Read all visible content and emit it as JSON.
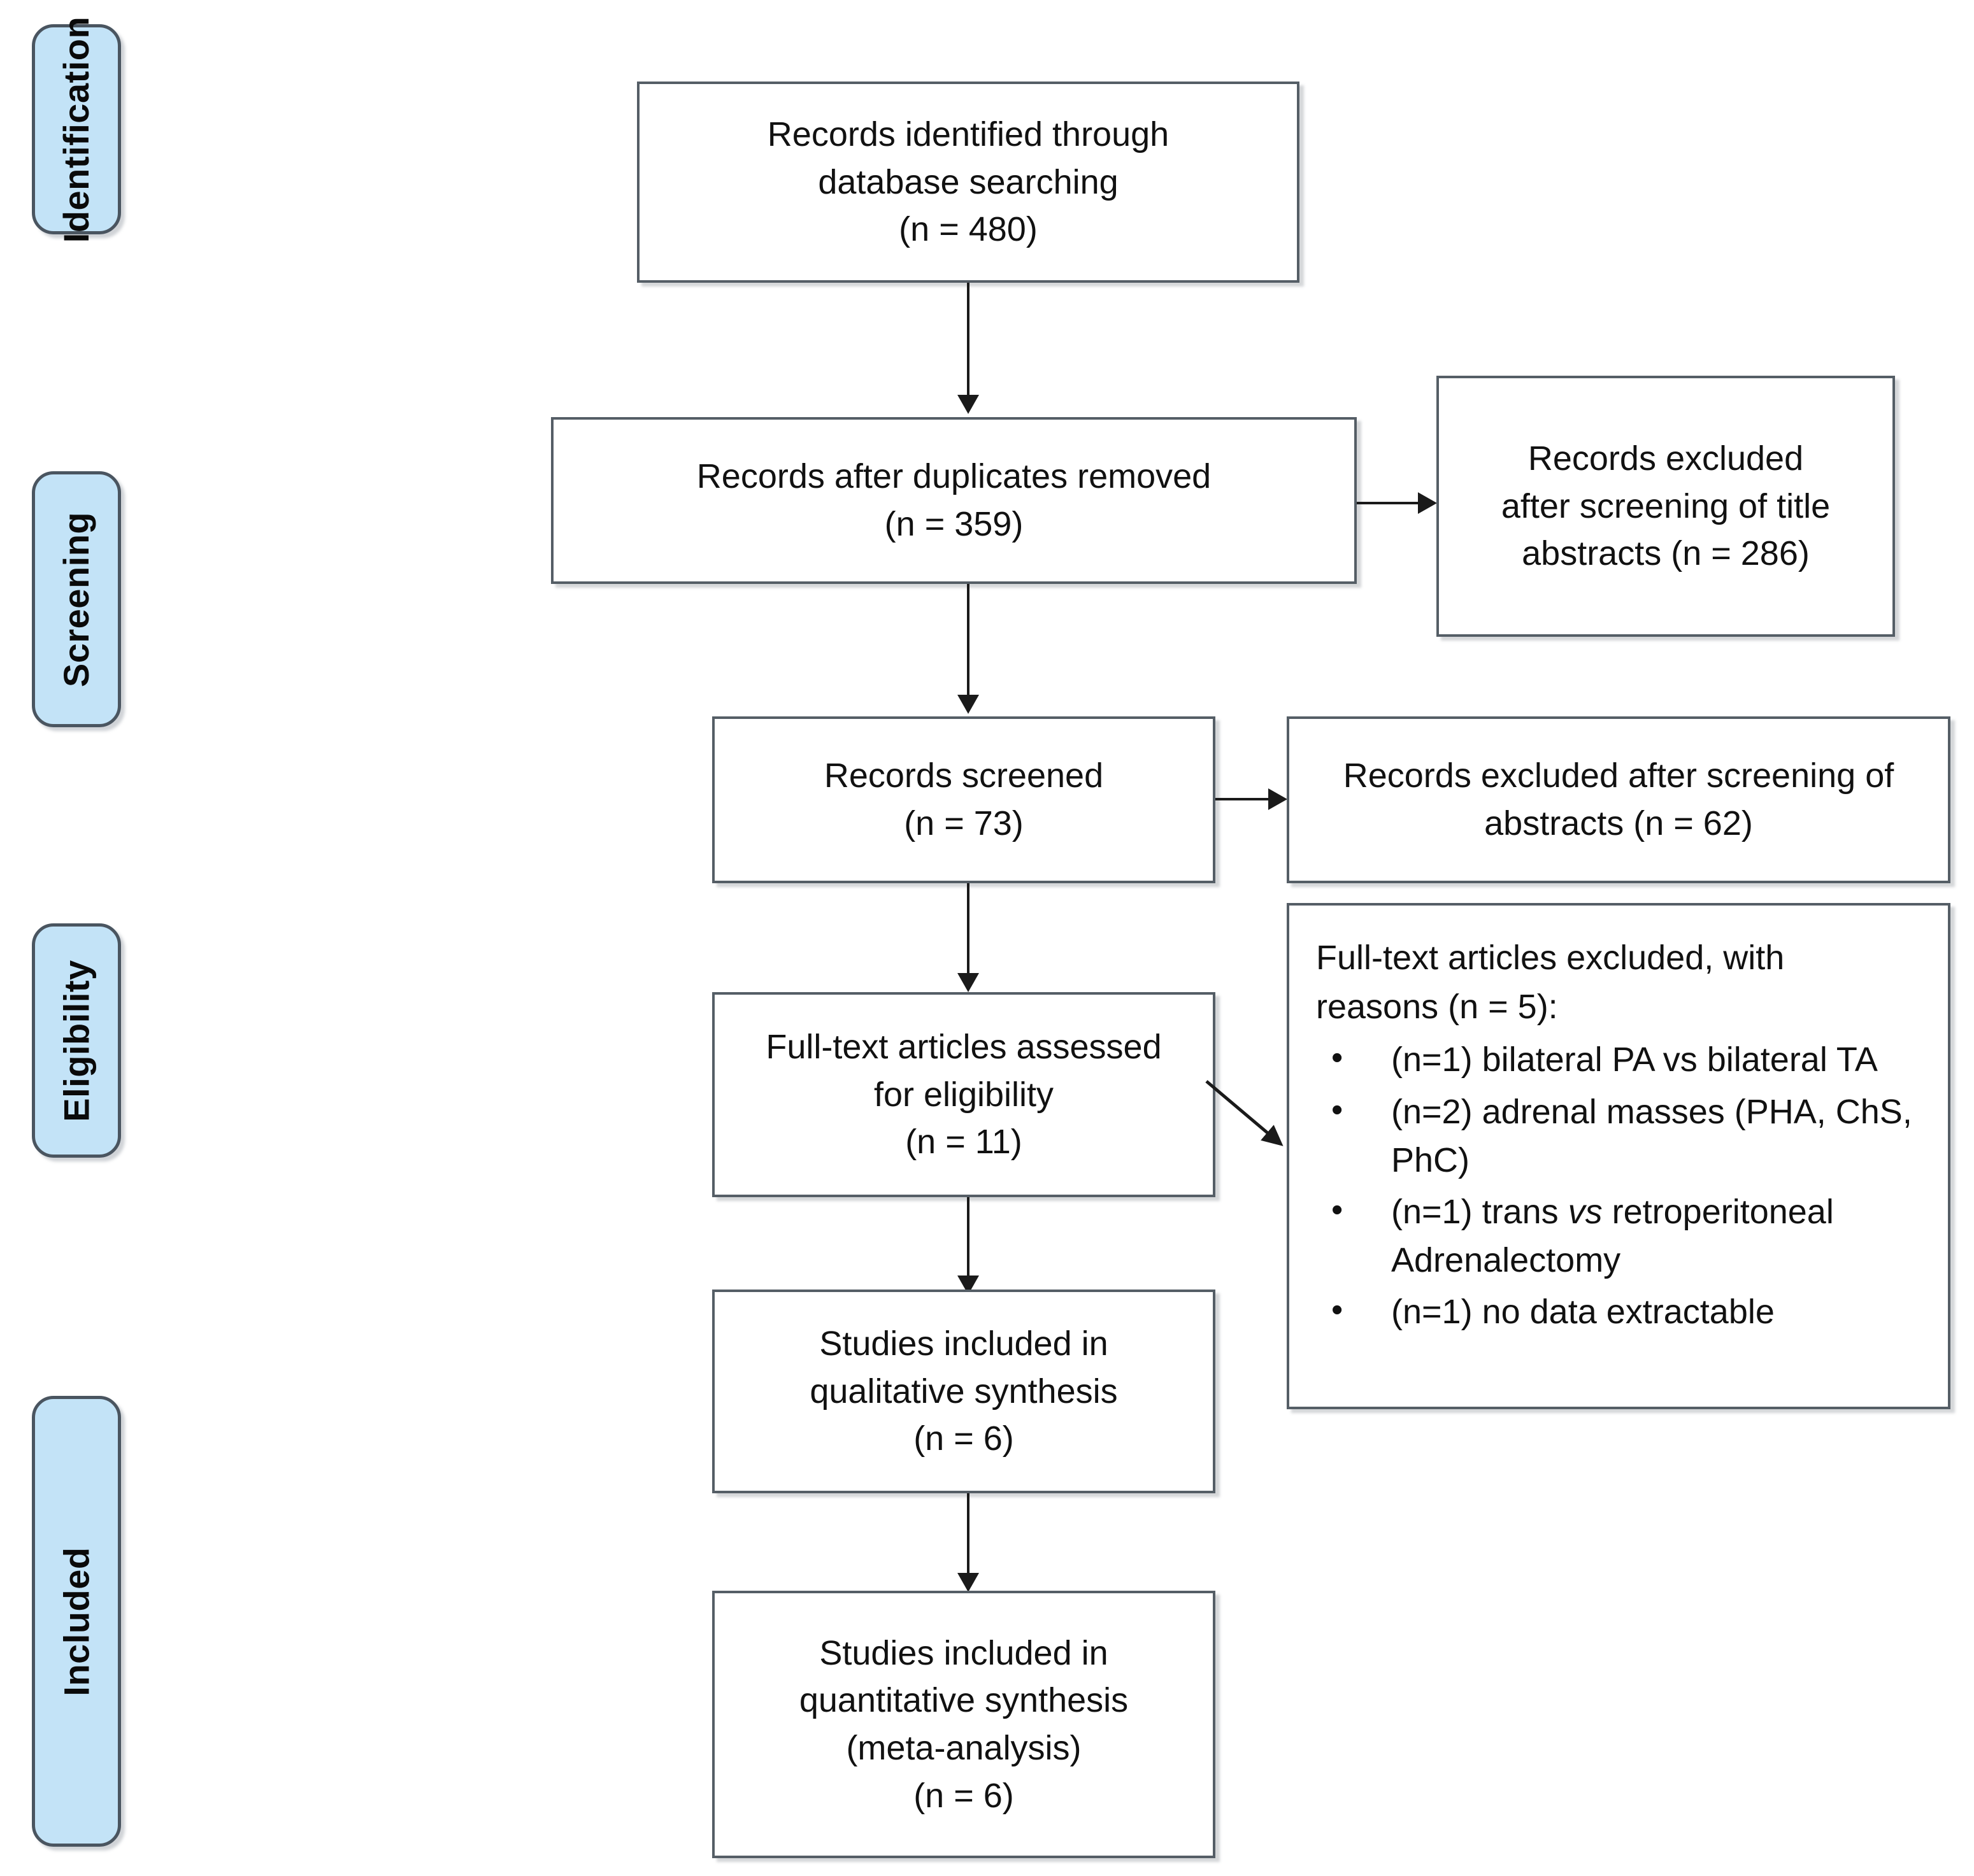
{
  "diagram": {
    "type": "prisma-flow-diagram",
    "title": "PRISMA flow diagram",
    "accent_blue": "#c3e3f7",
    "box_border": "#555e66",
    "stages": [
      {
        "id": "identification",
        "label": "Identification"
      },
      {
        "id": "screening",
        "label": "Screening"
      },
      {
        "id": "eligibility",
        "label": "Eligibility"
      },
      {
        "id": "included",
        "label": "Included"
      }
    ],
    "nodes": {
      "records_identified": {
        "lines": [
          "Records identified through",
          "database searching",
          "(n = 480)"
        ],
        "n": 480
      },
      "records_after_duplicates": {
        "lines": [
          "Records after duplicates removed",
          "(n = 359)"
        ],
        "n": 359
      },
      "excluded_title_abstracts": {
        "lines": [
          "Records excluded",
          "after screening of title",
          "abstracts (n = 286)"
        ],
        "n": 286
      },
      "records_screened": {
        "lines": [
          "Records screened",
          "(n = 73)"
        ],
        "n": 73
      },
      "excluded_abstracts": {
        "lines": [
          "Records excluded after screening of",
          "abstracts (n = 62)"
        ],
        "n": 62
      },
      "fulltext_assessed": {
        "lines": [
          "Full-text articles assessed",
          "for eligibility",
          "(n = 11)"
        ],
        "n": 11
      },
      "fulltext_excluded": {
        "heading_line_1": "Full-text articles excluded, with",
        "heading_line_2": "reasons (n = 5):",
        "n": 5,
        "reasons": [
          {
            "prefix": "(n=1) bilateral PA vs bilateral TA",
            "italic": "",
            "suffix": ""
          },
          {
            "prefix": "(n=2) adrenal masses (PHA, ChS, PhC)",
            "italic": "",
            "suffix": ""
          },
          {
            "prefix": "(n=1) trans ",
            "italic": "vs",
            "suffix": " retroperitoneal Adrenalectomy"
          },
          {
            "prefix": "(n=1) no data extractable",
            "italic": "",
            "suffix": ""
          }
        ]
      },
      "qualitative_synthesis": {
        "lines": [
          "Studies included in",
          "qualitative synthesis",
          "(n = 6)"
        ],
        "n": 6
      },
      "quantitative_synthesis": {
        "lines": [
          "Studies included in",
          "quantitative synthesis",
          "(meta-analysis)",
          "(n = 6)"
        ],
        "n": 6
      }
    }
  }
}
